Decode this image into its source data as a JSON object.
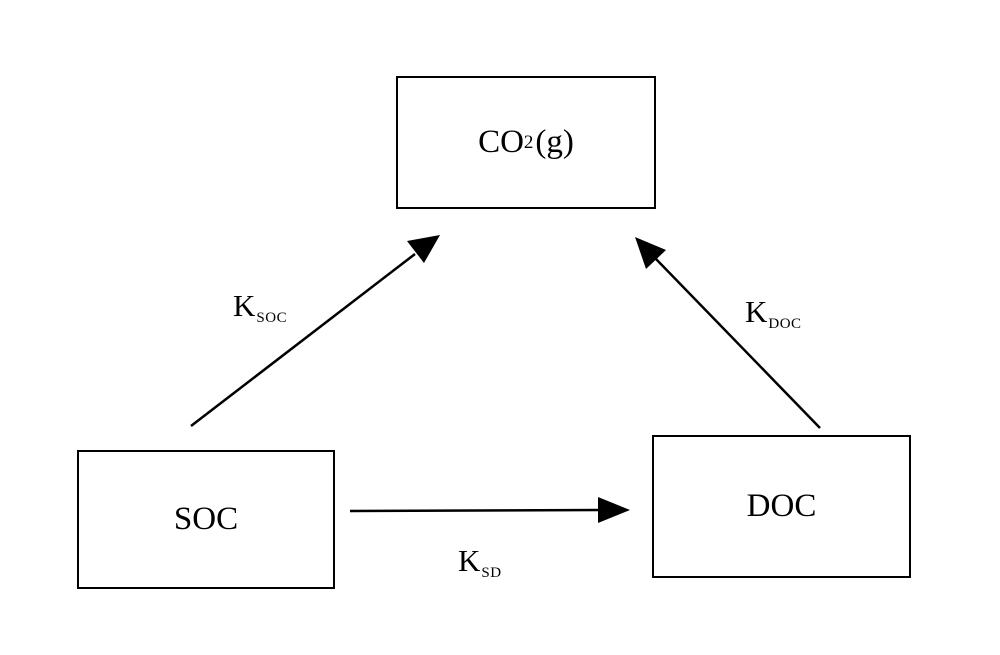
{
  "nodes": {
    "co2": {
      "main": "CO",
      "subscript": "2",
      "tail": "(g)"
    },
    "soc": {
      "label": "SOC"
    },
    "doc": {
      "label": "DOC"
    }
  },
  "edges": [
    {
      "from": "SOC",
      "to": "CO2(g)",
      "label_main": "K",
      "label_sub": "SOC"
    },
    {
      "from": "DOC",
      "to": "CO2(g)",
      "label_main": "K",
      "label_sub": "DOC"
    },
    {
      "from": "SOC",
      "to": "DOC",
      "label_main": "K",
      "label_sub": "SD"
    }
  ],
  "colors": {
    "stroke": "#000000",
    "background": "#ffffff"
  }
}
